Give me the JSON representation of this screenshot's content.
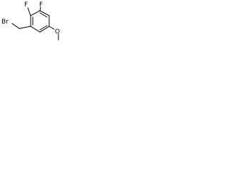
{
  "molecule": {
    "atoms": {
      "f_top_left": "F",
      "f_top_right": "F",
      "methoxy_o": "O",
      "bromine": "Br"
    },
    "bond_color": "#000000",
    "label_color": "#000000"
  }
}
